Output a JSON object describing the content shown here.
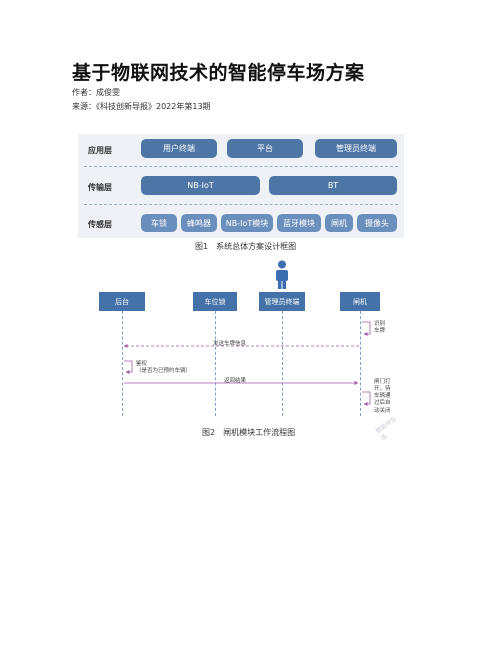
{
  "article": {
    "title": "基于物联网技术的智能停车场方案",
    "author": "作者：成俊雯",
    "source": "来源：《科技创新导报》2022年第13期"
  },
  "figure1": {
    "caption": "图1　系统总体方案设计框图",
    "layers": {
      "application": {
        "label": "应用层",
        "blocks": [
          "用户终端",
          "平台",
          "管理员终端"
        ]
      },
      "transport": {
        "label": "传输层",
        "blocks": [
          "NB-IoT",
          "BT"
        ]
      },
      "sensing": {
        "label": "传感层",
        "blocks": [
          "车锁",
          "蜂鸣器",
          "NB-IoT模块",
          "蓝牙模块",
          "闸机",
          "摄像头"
        ]
      }
    }
  },
  "figure2": {
    "caption": "图2　闸机模块工作流程图",
    "actors": [
      "后台",
      "车位锁",
      "管理员终端",
      "闸机"
    ],
    "messages": {
      "identify": "识别\n车牌",
      "send_plate": "发送车牌信息",
      "match": "鉴权\n（是否为已预约车辆）",
      "return_result": "返回结果",
      "gate_action": "闸门打\n开，待\n车辆通\n过后自\n动关闭"
    },
    "watermark": "智能停车场"
  },
  "colors": {
    "block_dark": "#4d75a5",
    "block_light": "#6a8fbc",
    "actor": "#4472a8",
    "arrow": "#a35aa8"
  }
}
